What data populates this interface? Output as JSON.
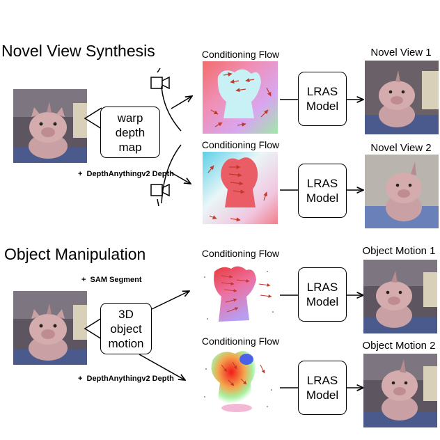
{
  "sections": {
    "novel_view": {
      "title": "Novel View Synthesis",
      "operation": [
        "warp",
        "depth",
        "map"
      ],
      "note": "DepthAnythingv2 Depth",
      "flow_label_1": "Conditioning Flow",
      "flow_label_2": "Conditioning Flow",
      "model_1": [
        "LRAS",
        "Model"
      ],
      "model_2": [
        "LRAS",
        "Model"
      ],
      "output_1": "Novel View 1",
      "output_2": "Novel View 2",
      "icons": [
        "image-icon",
        "camera-icon"
      ]
    },
    "object_manipulation": {
      "title": "Object Manipulation",
      "note_top": "SAM Segment",
      "operation": [
        "3D",
        "object",
        "motion"
      ],
      "note_bottom": "DepthAnythingv2 Depth",
      "flow_label_1": "Conditioning Flow",
      "flow_label_2": "Conditioning Flow",
      "model_1": [
        "LRAS",
        "Model"
      ],
      "model_2": [
        "LRAS",
        "Model"
      ],
      "output_1": "Object Motion 1",
      "output_2": "Object Motion 2"
    }
  },
  "colors": {
    "arrow": "#000000",
    "flow_arrow": "#c0392b",
    "plush": "#c9a0a3",
    "background_wall": "#5d5560",
    "table_cloth": "#4a5a8c"
  }
}
